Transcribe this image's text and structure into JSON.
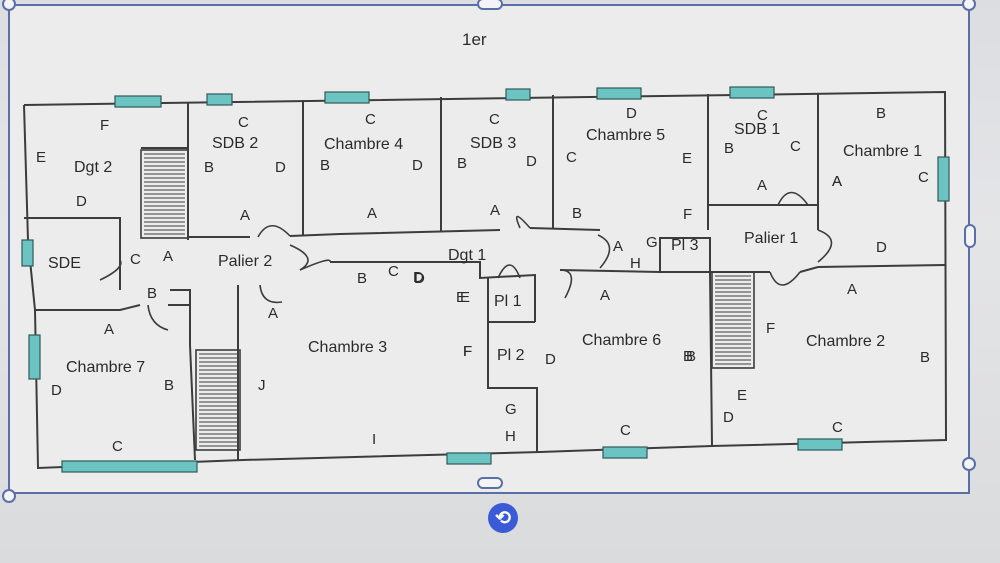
{
  "floor_title": "1er",
  "rooms": [
    {
      "id": "sdb2",
      "name": "SDB 2"
    },
    {
      "id": "chambre4",
      "name": "Chambre 4"
    },
    {
      "id": "sdb3",
      "name": "SDB 3"
    },
    {
      "id": "chambre5",
      "name": "Chambre 5"
    },
    {
      "id": "sdb1",
      "name": "SDB 1"
    },
    {
      "id": "chambre1",
      "name": "Chambre 1"
    },
    {
      "id": "dgt2",
      "name": "Dgt 2"
    },
    {
      "id": "sde",
      "name": "SDE"
    },
    {
      "id": "palier2",
      "name": "Palier 2"
    },
    {
      "id": "dgt1",
      "name": "Dgt 1"
    },
    {
      "id": "pl3",
      "name": "Pl 3"
    },
    {
      "id": "palier1",
      "name": "Palier 1"
    },
    {
      "id": "pl1",
      "name": "Pl 1"
    },
    {
      "id": "pl2",
      "name": "Pl 2"
    },
    {
      "id": "chambre3",
      "name": "Chambre 3"
    },
    {
      "id": "chambre6",
      "name": "Chambre 6"
    },
    {
      "id": "chambre2",
      "name": "Chambre 2"
    },
    {
      "id": "chambre7",
      "name": "Chambre 7"
    }
  ],
  "wall_letters": [
    "F",
    "E",
    "D",
    "C",
    "B",
    "D",
    "C",
    "B",
    "D",
    "C",
    "B",
    "D",
    "C",
    "D",
    "C",
    "E",
    "B",
    "C",
    "B",
    "D",
    "B",
    "C",
    "A",
    "C",
    "D",
    "A",
    "A",
    "A",
    "A",
    "B",
    "F",
    "A",
    "A",
    "C",
    "B",
    "C",
    "D",
    "E",
    "F",
    "D",
    "G",
    "H",
    "A",
    "A",
    "G",
    "H",
    "E",
    "B",
    "F",
    "A",
    "A",
    "D",
    "B",
    "C",
    "J",
    "I",
    "B",
    "C",
    "D",
    "E",
    "F",
    "A",
    "B"
  ]
}
